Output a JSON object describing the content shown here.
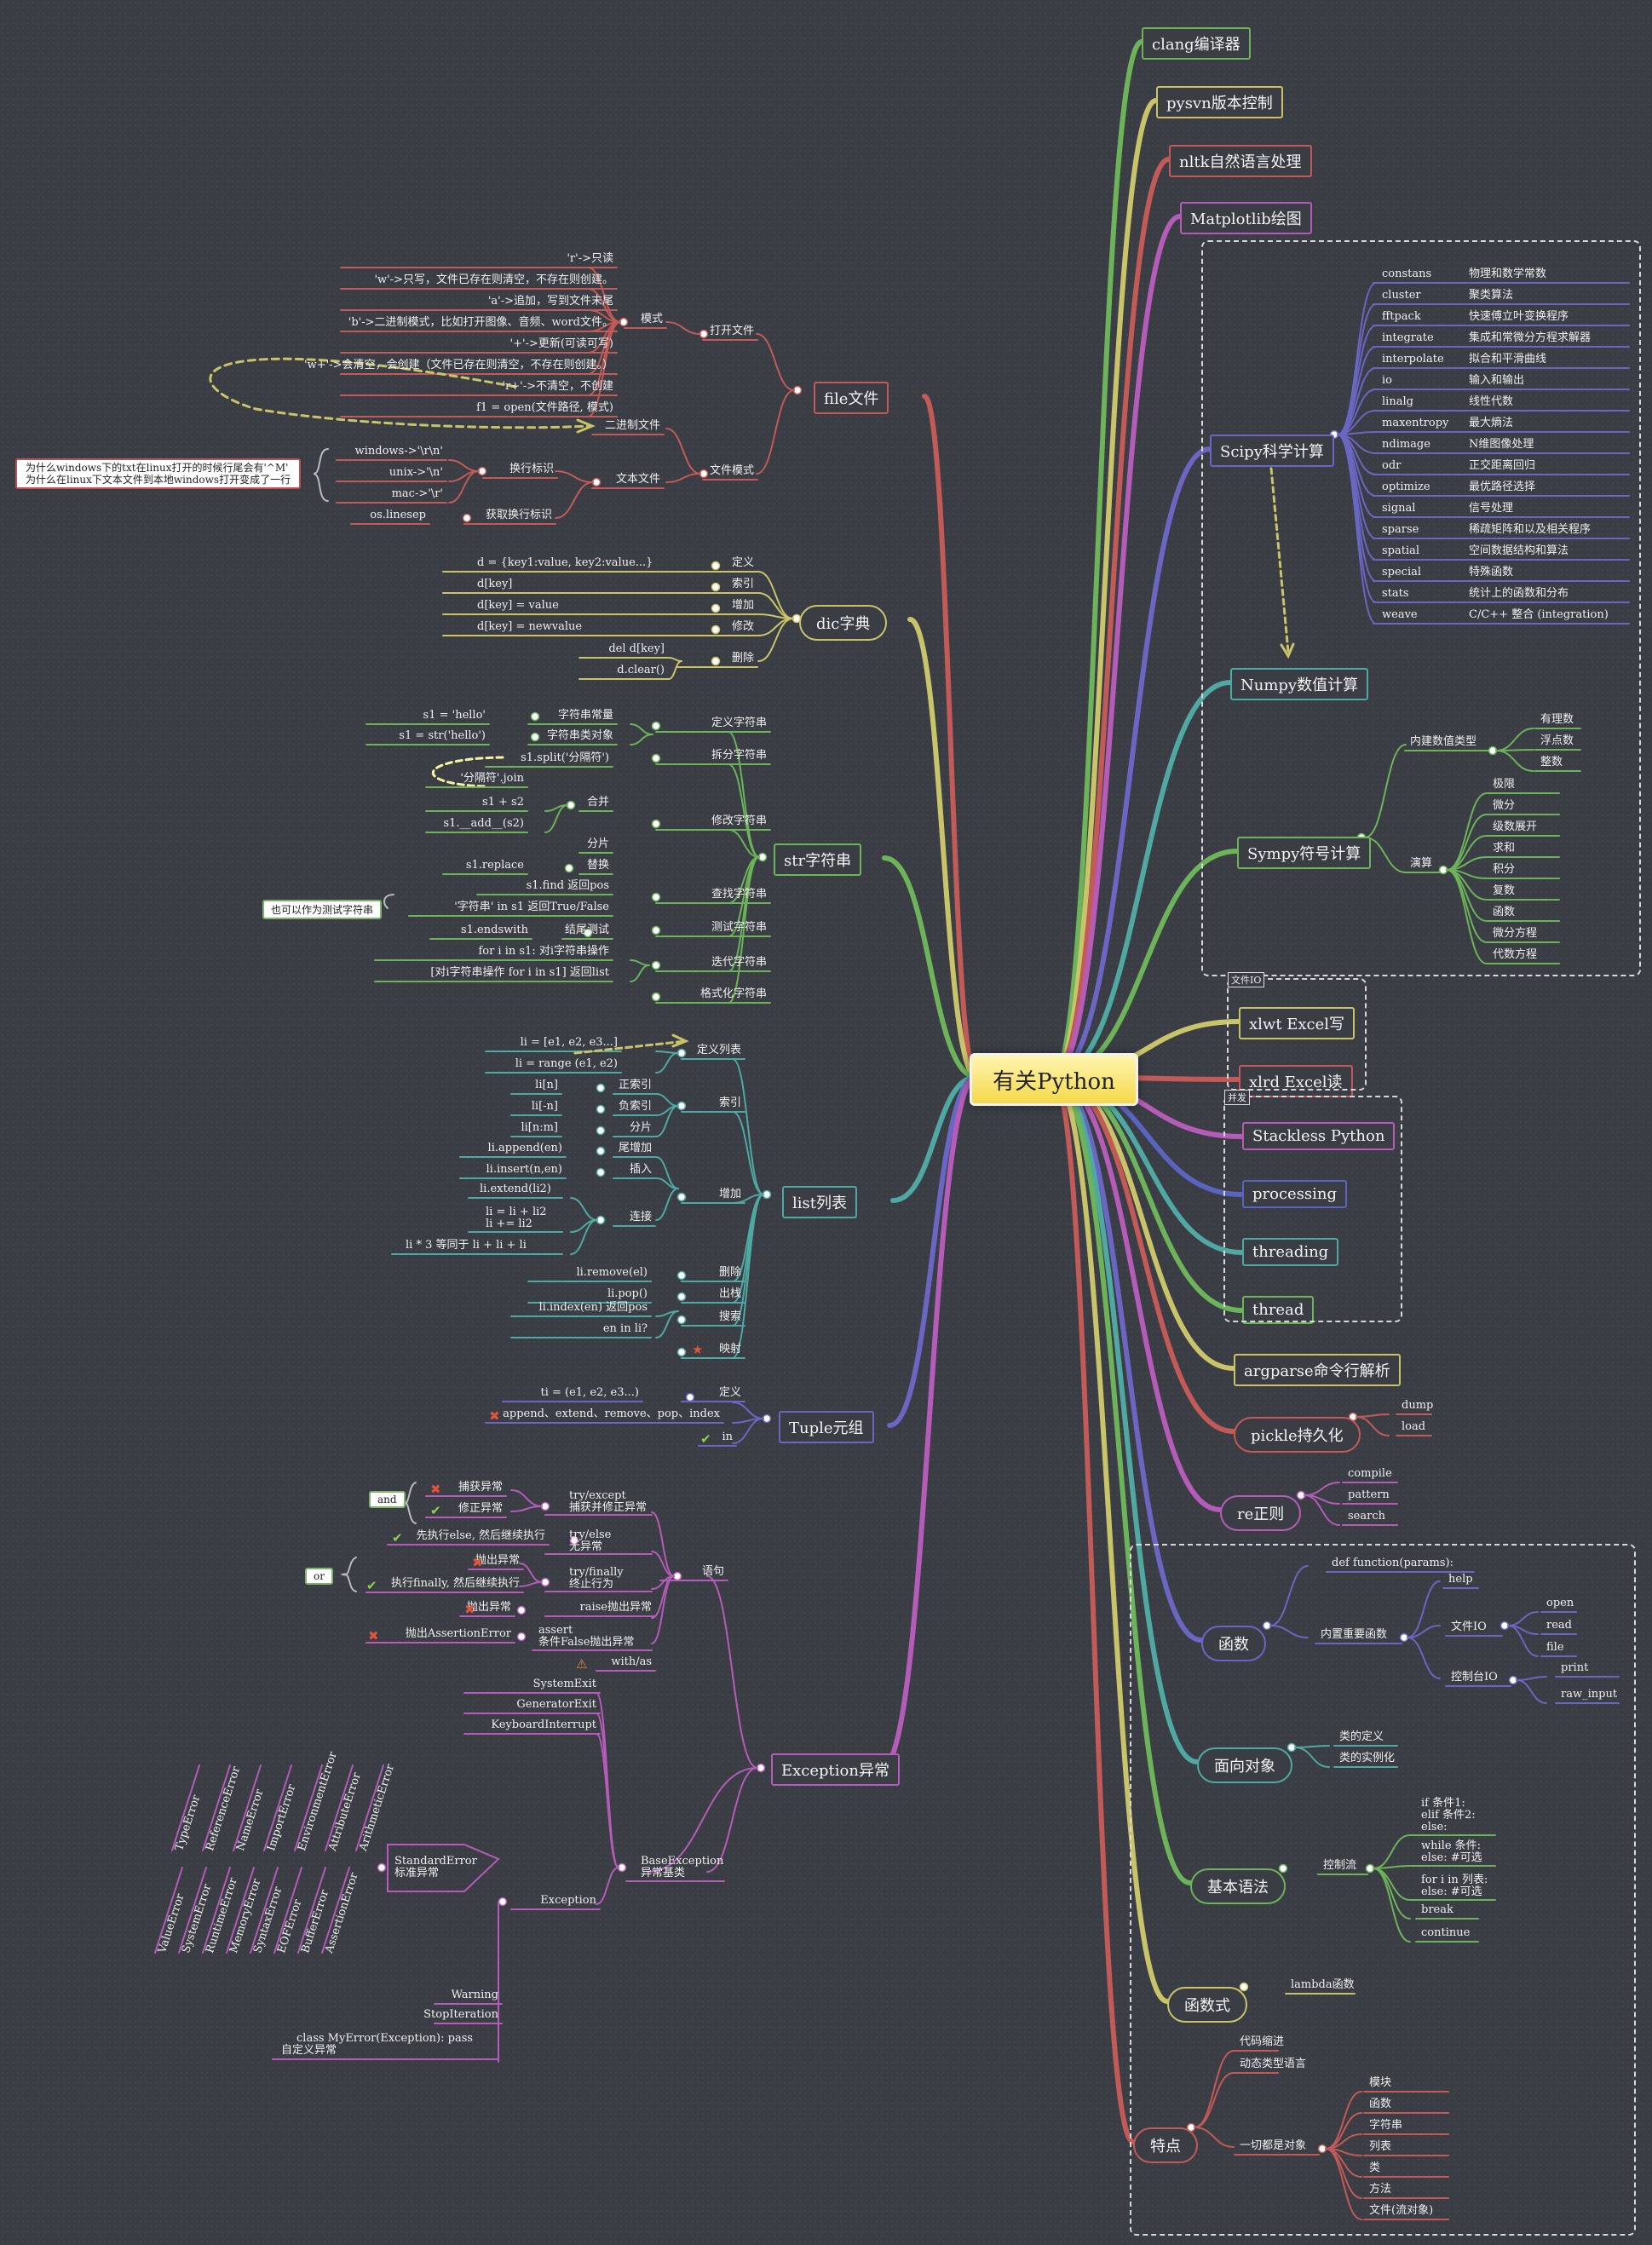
{
  "root": "有关Python",
  "right": {
    "clang": "clang编译器",
    "pysvn": "pysvn版本控制",
    "nltk": "nltk自然语言处理",
    "matplotlib": "Matplotlib绘图",
    "scipy": {
      "label": "Scipy科学计算",
      "items": [
        [
          "constans",
          "物理和数学常数"
        ],
        [
          "cluster",
          "聚类算法"
        ],
        [
          "fftpack",
          "快速傅立叶变换程序"
        ],
        [
          "integrate",
          "集成和常微分方程求解器"
        ],
        [
          "interpolate",
          "拟合和平滑曲线"
        ],
        [
          "io",
          "输入和输出"
        ],
        [
          "linalg",
          "线性代数"
        ],
        [
          "maxentropy",
          "最大熵法"
        ],
        [
          "ndimage",
          "N维图像处理"
        ],
        [
          "odr",
          "正交距离回归"
        ],
        [
          "optimize",
          "最优路径选择"
        ],
        [
          "signal",
          "信号处理"
        ],
        [
          "sparse",
          "稀疏矩阵和以及相关程序"
        ],
        [
          "spatial",
          "空间数据结构和算法"
        ],
        [
          "special",
          "特殊函数"
        ],
        [
          "stats",
          "统计上的函数和分布"
        ],
        [
          "weave",
          "C/C++ 整合 (integration)"
        ]
      ]
    },
    "numpy": "Numpy数值计算",
    "sympy": {
      "label": "Sympy符号计算",
      "builtin": "内建数值类型",
      "num_types": [
        "有理数",
        "浮点数",
        "整数"
      ],
      "calc": "演算",
      "calc_items": [
        "极限",
        "微分",
        "级数展开",
        "求和",
        "积分",
        "复数",
        "函数",
        "微分方程",
        "代数方程"
      ]
    },
    "fileio_tag": "文件IO",
    "xlwt": "xlwt Excel写",
    "xlrd": "xlrd Excel读",
    "concurrency_tag": "并发",
    "stackless": "Stackless Python",
    "processing": "processing",
    "threading": "threading",
    "thread": "thread",
    "argparse": "argparse命令行解析",
    "pickle": {
      "label": "pickle持久化",
      "items": [
        "dump",
        "load"
      ]
    },
    "re": {
      "label": "re正则",
      "items": [
        "compile",
        "pattern",
        "search"
      ]
    },
    "func": {
      "label": "函数",
      "def": "def function(params):",
      "builtin": "内置重要函数",
      "help": "help",
      "fileio": "文件IO",
      "fileio_items": [
        "open",
        "read",
        "file"
      ],
      "console": "控制台IO",
      "console_items": [
        "print",
        "raw_input"
      ]
    },
    "oop": {
      "label": "面向对象",
      "items": [
        "类的定义",
        "类的实例化"
      ]
    },
    "syntax": {
      "label": "基本语法",
      "flow": "控制流",
      "if": [
        "if 条件1:",
        "elif 条件2:",
        "else:"
      ],
      "while": [
        "while 条件:",
        "else: #可选"
      ],
      "for": [
        "for i in 列表:",
        "else: #可选"
      ],
      "brk": "break",
      "cont": "continue"
    },
    "fp": {
      "label": "函数式",
      "lambda": "lambda函数"
    },
    "feature": {
      "label": "特点",
      "indent": "代码缩进",
      "dyn": "动态类型语言",
      "obj": "一切都是对象",
      "obj_items": [
        "模块",
        "函数",
        "字符串",
        "列表",
        "类",
        "方法",
        "文件(流对象)"
      ]
    }
  },
  "left": {
    "file": {
      "label": "file文件",
      "open": "打开文件",
      "mode": "模式",
      "modes": [
        "'r'->只读",
        "'w'->只写，文件已存在则清空，不存在则创建。",
        "'a'->追加，写到文件末尾",
        "'b'->二进制模式，比如打开图像、音频、word文件。",
        "'+'->更新(可读可写)",
        "'w+'->会清空，会创建（文件已存在则清空，不存在则创建。）",
        "'r+'->不清空，不创建",
        "f1 = open(文件路径, 模式)"
      ],
      "fmode": "文件模式",
      "binary": "二进制文件",
      "text": "文本文件",
      "eol": "换行标识",
      "eols": [
        "windows->'\\r\\n'",
        "unix->'\\n'",
        "mac->'\\r'"
      ],
      "linesep": "os.linesep",
      "get_eol": "获取换行标识",
      "note": [
        "为什么windows下的txt在linux打开的时候行尾会有'^M'",
        "为什么在linux下文本文件到本地windows打开变成了一行"
      ]
    },
    "dict": {
      "label": "dic字典",
      "rows": [
        [
          "d = {key1:value, key2:value...}",
          "定义"
        ],
        [
          "d[key]",
          "索引"
        ],
        [
          "d[key] = value",
          "增加"
        ],
        [
          "d[key] = newvalue",
          "修改"
        ]
      ],
      "del": "删除",
      "dels": [
        "del d[key]",
        "d.clear()"
      ]
    },
    "str": {
      "label": "str字符串",
      "def": "定义字符串",
      "consts": [
        [
          "s1 = 'hello'",
          "字符串常量"
        ],
        [
          "s1 = str('hello')",
          "字符串类对象"
        ]
      ],
      "split": "拆分字符串",
      "split_code": "s1.split('分隔符')",
      "mod": "修改字符串",
      "join": "'分隔符'.join",
      "merge": "合并",
      "merges": [
        "s1 + s2",
        "s1.__add__(s2)"
      ],
      "fen": "分片",
      "rep": "替换",
      "repc": "s1.replace",
      "find": "查找字符串",
      "findc": "s1.find 返回pos",
      "inc": "'字符串' in s1 返回True/False",
      "pill": "也可以作为测试字符串",
      "test": "测试字符串",
      "end_label": "结尾测试",
      "endc": "s1.endswith",
      "iter": "迭代字符串",
      "iters": [
        "for i in s1: 对i字符串操作",
        "[对i字符串操作 for i in s1] 返回list"
      ],
      "fmt": "格式化字符串"
    },
    "list": {
      "label": "list列表",
      "def": "定义列表",
      "defs": [
        "li = [e1, e2, e3...]",
        "li = range (e1, e2)"
      ],
      "idx": "索引",
      "idxs": [
        [
          "li[n]",
          "正索引"
        ],
        [
          "li[-n]",
          "负索引"
        ],
        [
          "li[n:m]",
          "分片"
        ]
      ],
      "add": "增加",
      "adds": [
        [
          "li.append(en)",
          "尾增加"
        ],
        [
          "li.insert(n,en)",
          "插入"
        ]
      ],
      "conn": "连接",
      "conns": [
        "li.extend(li2)",
        "li = li + li2",
        "li += li2",
        "li * 3 等同于 li + li + li"
      ],
      "del": "删除",
      "delc": "li.remove(el)",
      "pop": "出栈",
      "popc": "li.pop()",
      "search": "搜索",
      "searchs": [
        "li.index(en) 返回pos",
        "en in li?"
      ],
      "map": "映射"
    },
    "tuple": {
      "label": "Tuple元组",
      "def": "定义",
      "defc": "ti = (e1, e2, e3...)",
      "no": "append、extend、remove、pop、index",
      "in": "in"
    },
    "exc": {
      "label": "Exception异常",
      "stmt": "语句",
      "catch": "捕获异常",
      "fix": "修正异常",
      "and": "and",
      "try1": [
        "try/except",
        "捕获并修正异常"
      ],
      "else1": "先执行else, 然后继续执行",
      "try2": [
        "try/else",
        "无异常"
      ],
      "raise1": "抛出异常",
      "fin1": "执行finally, 然后继续执行",
      "or": "or",
      "try3": [
        "try/finally",
        "终止行为"
      ],
      "raise2": "抛出异常",
      "raisec": "raise抛出异常",
      "assertx": "抛出AssertionError",
      "assertc": [
        "assert",
        "条件False抛出异常"
      ],
      "with": "with/as",
      "sys": [
        "SystemExit",
        "GeneratorExit",
        "KeyboardInterrupt"
      ],
      "base": [
        "BaseException",
        "异常基类"
      ],
      "exception": "Exception",
      "std": [
        "StandardError",
        "标准异常"
      ],
      "stds": [
        "ArithmeticError",
        "AttributeError",
        "EnvironmentError",
        "ImportError",
        "NameError",
        "ReferenceError",
        "TypeError",
        "AssertionError",
        "BufferError",
        "EOFError",
        "SyntaxError",
        "MemoryError",
        "RuntimeError",
        "SystemError",
        "ValueError"
      ],
      "warn": "Warning",
      "stop": "StopIteration",
      "myerr": [
        "class MyError(Exception): pass",
        "自定义异常"
      ]
    }
  },
  "colors": {
    "red": "#c25a57",
    "yellow": "#c9c46a",
    "green": "#6cb35a",
    "teal": "#4fa9a2",
    "purple": "#6b66c2",
    "magenta": "#b55cb8",
    "blue": "#5a63bd"
  }
}
